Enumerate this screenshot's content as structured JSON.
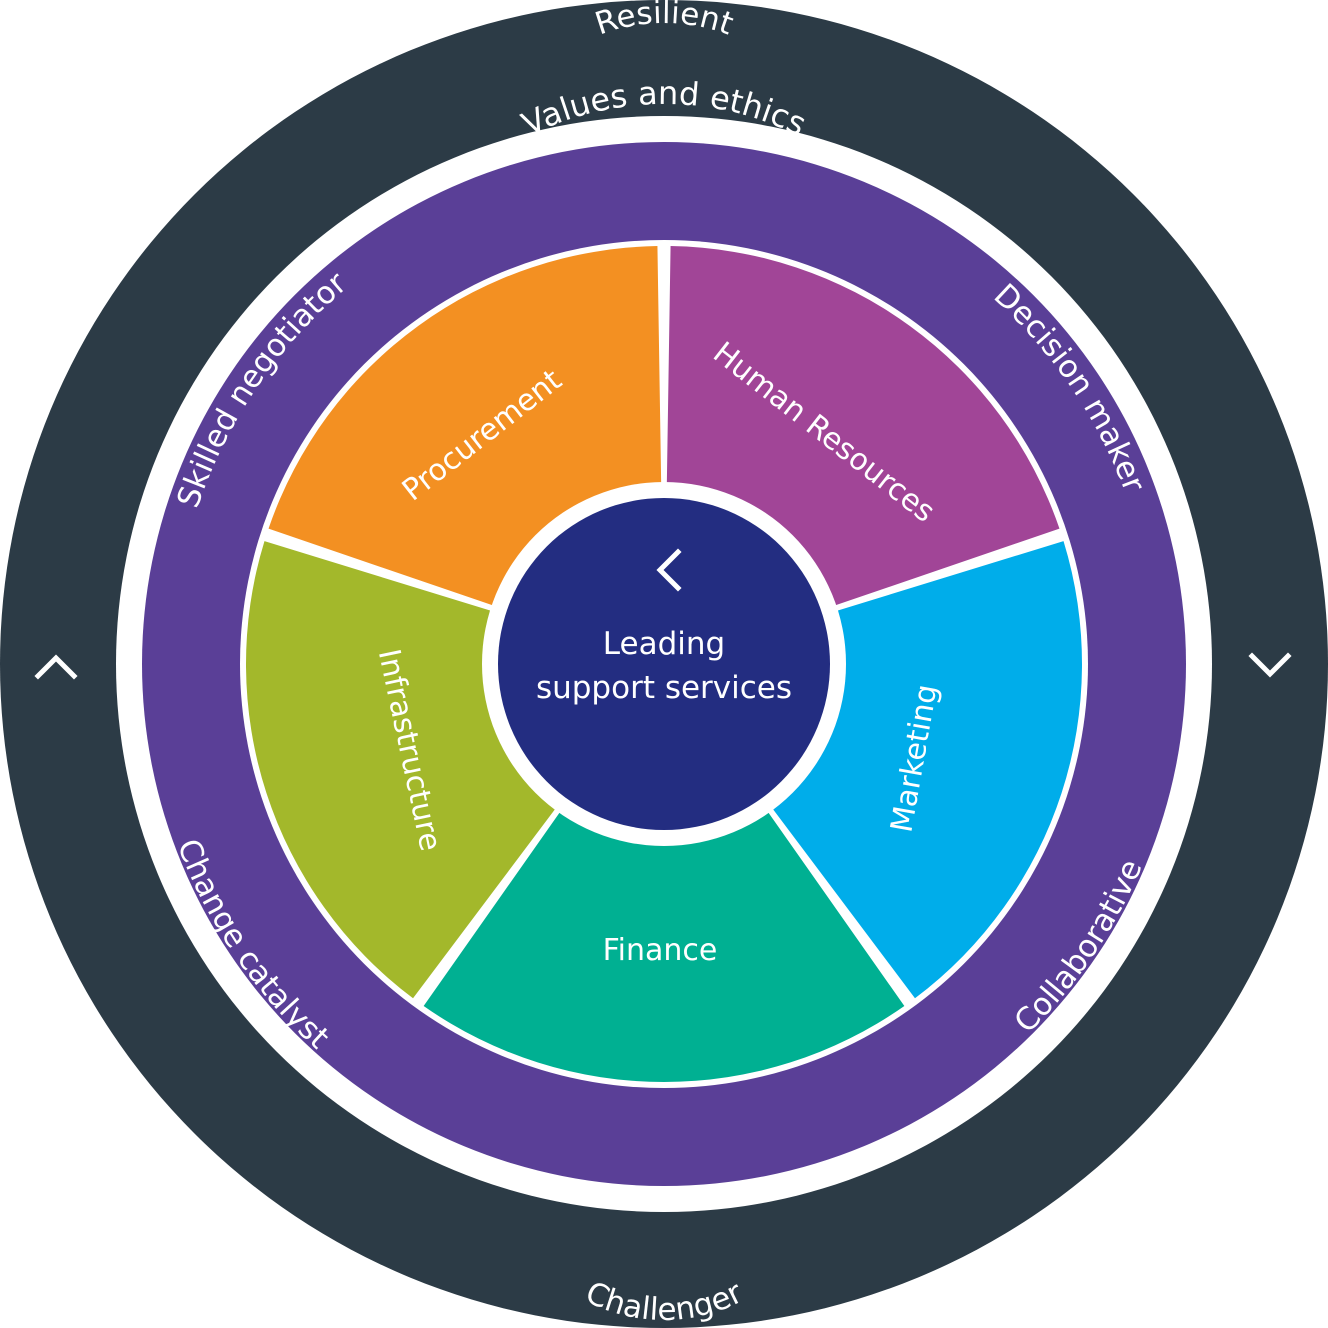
{
  "outer_ring": {
    "label": "Values and ethics",
    "color": "#2c3b46",
    "icons": [
      "chevron-up-icon",
      "chevron-down-icon",
      "chevron-left-icon"
    ]
  },
  "middle_ring": {
    "color": "#5a3f97",
    "labels": {
      "top": "Resilient",
      "upper_right": "Decision maker",
      "lower_right": "Collaborative",
      "bottom": "Challenger",
      "lower_left": "Change catalyst",
      "upper_left": "Skilled negotiator"
    }
  },
  "segments": [
    {
      "key": "procurement",
      "label": "Procurement",
      "color": "#f39022"
    },
    {
      "key": "human_resources",
      "label": "Human Resources",
      "color": "#a14597"
    },
    {
      "key": "marketing",
      "label": "Marketing",
      "color": "#00adea"
    },
    {
      "key": "finance",
      "label": "Finance",
      "color": "#00b092"
    },
    {
      "key": "infrastructure",
      "label": "Infrastructure",
      "color": "#a3b82b"
    }
  ],
  "center": {
    "line1": "Leading",
    "line2": "support services",
    "color": "#232d81"
  }
}
